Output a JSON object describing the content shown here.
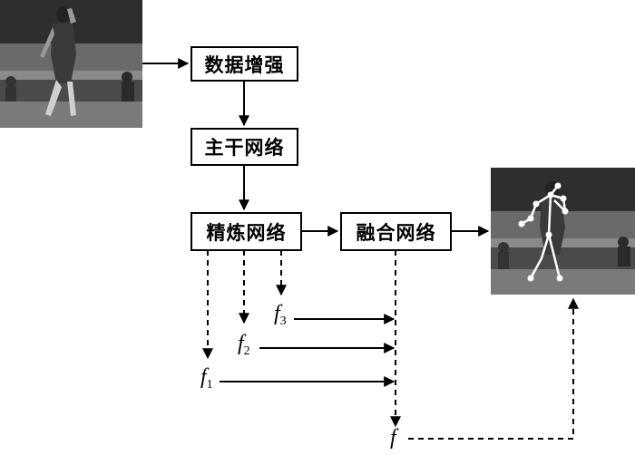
{
  "nodes": {
    "augment": "数据增强",
    "backbone": "主干网络",
    "refine": "精炼网络",
    "fusion": "融合网络"
  },
  "features": {
    "f": "f",
    "f1_sub": "1",
    "f2_sub": "2",
    "f3_sub": "3"
  },
  "images": {
    "input": "grayscale photo of a soccer player walking on a pitch",
    "output": "the same photo with a white skeleton pose overlay"
  },
  "colors": {
    "line": "#000000",
    "skeleton": "#ffffff",
    "photo_bg": "#5a5a5a"
  }
}
